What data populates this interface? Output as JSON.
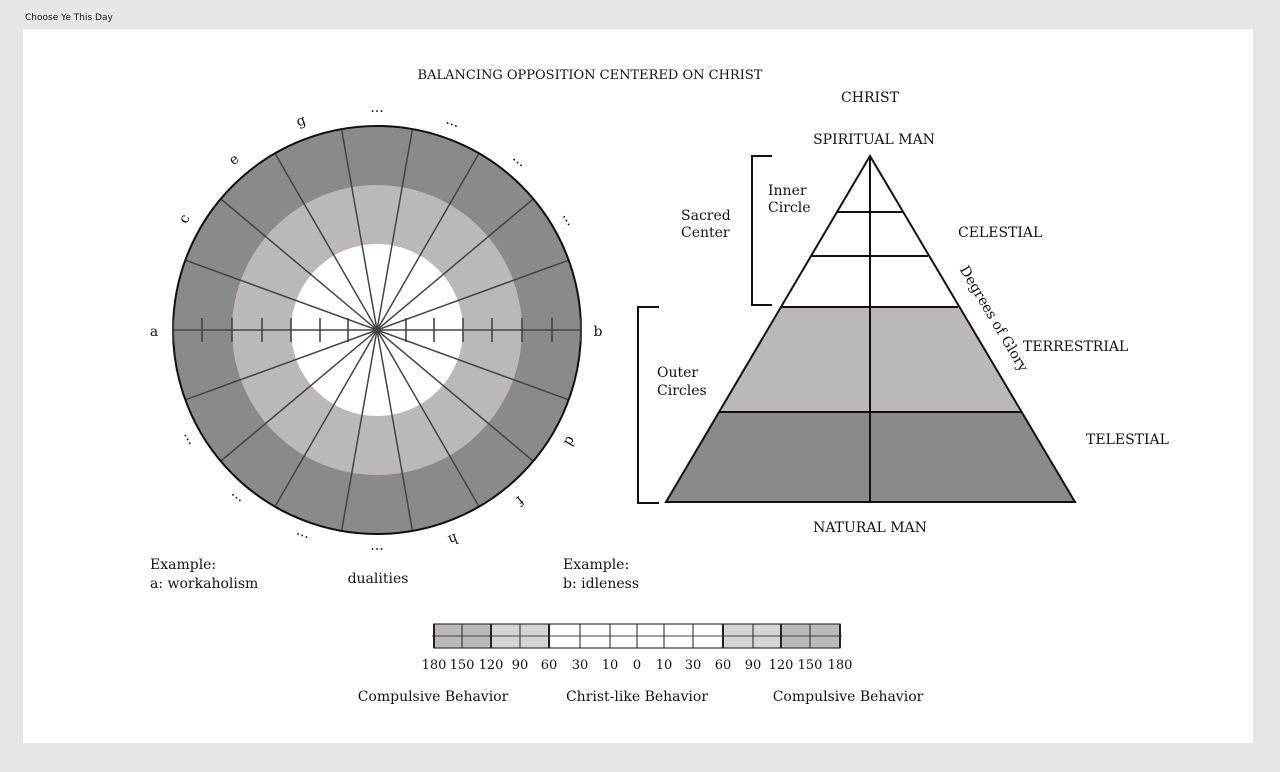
{
  "window": {
    "title": "Choose Ye This Day"
  },
  "diagram": {
    "main_title": "BALANCING OPPOSITION CENTERED ON CHRIST",
    "wheel": {
      "left_end": "a",
      "right_end": "b",
      "rim_labels": [
        "...",
        "...",
        "...",
        "...",
        "d",
        "f",
        "h",
        "...",
        "...",
        "...",
        "...",
        "c",
        "e",
        "g"
      ],
      "example_left_heading": "Example:",
      "example_left_text": "a: workaholism",
      "center_caption": "dualities",
      "example_right_heading": "Example:",
      "example_right_text": "b: idleness"
    },
    "pyramid": {
      "top_label": "CHRIST",
      "apex_label": "SPIRITUAL MAN",
      "inner_circle": [
        "Inner",
        "Circle"
      ],
      "sacred_center": [
        "Sacred",
        "Center"
      ],
      "outer_circles": [
        "Outer",
        "Circles"
      ],
      "degrees_label": "Degrees of Glory",
      "celestial": "CELESTIAL",
      "terrestrial": "TERRESTRIAL",
      "telestial": "TELESTIAL",
      "base_label": "NATURAL MAN"
    },
    "scale": {
      "ticks": [
        "180",
        "150",
        "120",
        "90",
        "60",
        "30",
        "10",
        "0",
        "10",
        "30",
        "60",
        "90",
        "120",
        "150",
        "180"
      ],
      "left_caption": "Compulsive Behavior",
      "center_caption": "Christ-like Behavior",
      "right_caption": "Compulsive Behavior"
    },
    "colors": {
      "dark": "#8a8a8a",
      "mid": "#bdb8b8",
      "light_scale": "#d4d4d4",
      "line": "#444444"
    }
  }
}
